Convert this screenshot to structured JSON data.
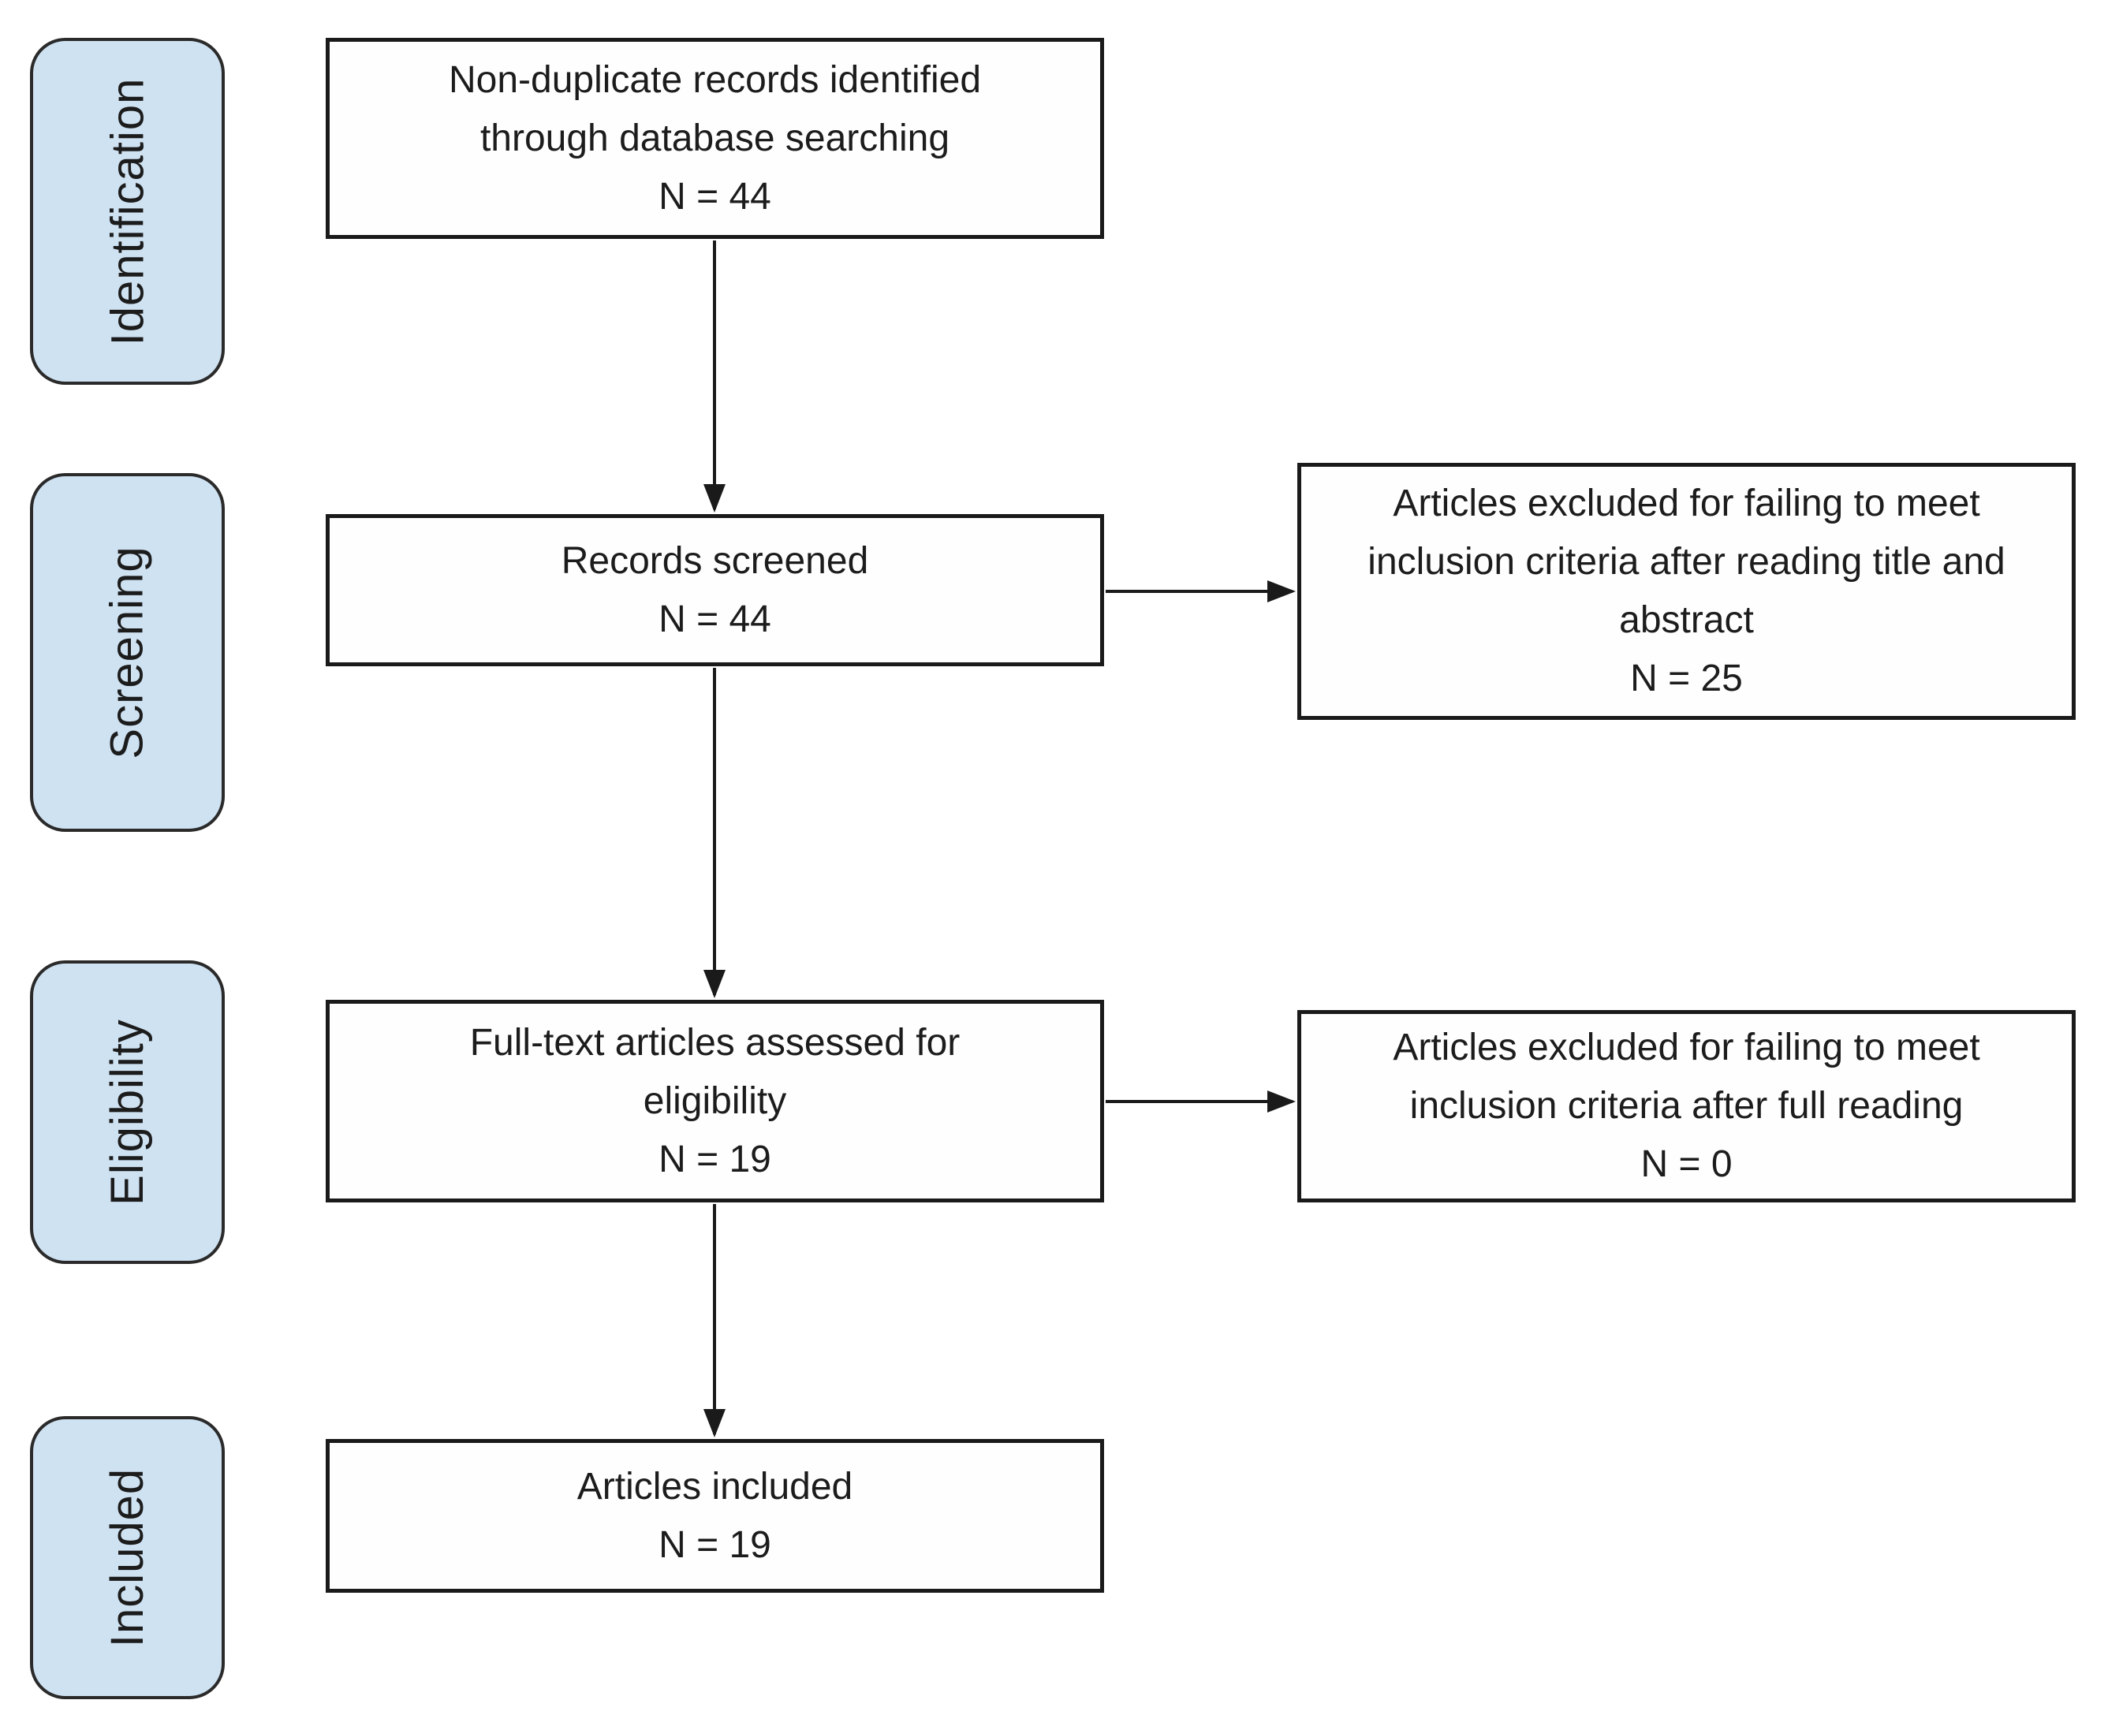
{
  "diagram_type": "prisma-flowchart",
  "stages": [
    {
      "label": "Identification"
    },
    {
      "label": "Screening"
    },
    {
      "label": "Eligibility"
    },
    {
      "label": "Included"
    }
  ],
  "flow": {
    "identified": {
      "text": "Non-duplicate records identified\nthrough database searching\nN = 44",
      "n": 44
    },
    "screened": {
      "text": "Records screened\nN = 44",
      "n": 44
    },
    "fulltext": {
      "text": "Full-text articles assessed for\neligibility\nN = 19",
      "n": 19
    },
    "included": {
      "text": "Articles included\nN = 19",
      "n": 19
    }
  },
  "exclusions": {
    "title_abstract": {
      "text": "Articles excluded for failing to meet\ninclusion criteria after reading title and\nabstract\nN = 25",
      "n": 25
    },
    "full_reading": {
      "text": "Articles excluded for failing to meet\ninclusion criteria after full reading\nN = 0",
      "n": 0
    }
  },
  "colors": {
    "stage_fill": "#cfe2f2",
    "stage_border": "#2a2a2a",
    "box_fill": "#fefefe",
    "box_border": "#1a1a1a",
    "arrow": "#1a1a1a",
    "text": "#1c1c1c",
    "background": "#ffffff"
  }
}
